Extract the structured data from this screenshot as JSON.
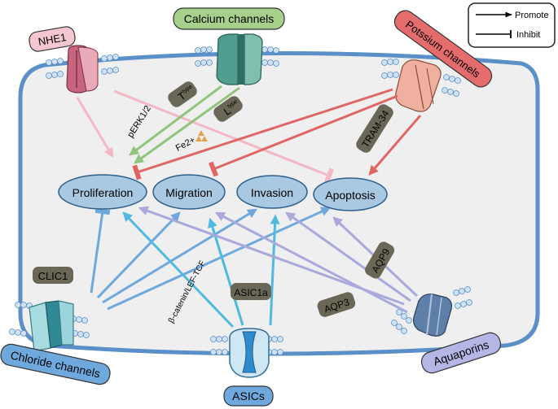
{
  "legend": {
    "promote": "Promote",
    "inhibit": "Inhibit"
  },
  "channels": {
    "nhe1": "NHE1",
    "calcium": "Calcium channels",
    "potassium": "Potssium channels",
    "chloride": "Chloride channels",
    "asics": "ASICs",
    "aquaporins": "Aquaporins"
  },
  "processes": {
    "proliferation": "Proliferation",
    "migration": "Migration",
    "invasion": "Invasion",
    "apoptosis": "Apoptosis"
  },
  "tags": {
    "t_type": "T",
    "t_type_sup": "type",
    "l_type": "L",
    "l_type_sup": "type",
    "tram34": "TRAM-34",
    "clic1": "CLIC1",
    "asic1a": "ASIC1a",
    "aqp3": "AQP3",
    "aqp9": "AQP9"
  },
  "annotations": {
    "perk": "pERK1/2",
    "fe2": "Fe2+",
    "wnt": "β-catenin/LEF-TCF"
  },
  "colors": {
    "membrane": "#5b8fc7",
    "cytoplasm": "#efefef",
    "pink": "#f2b8c6",
    "green": "#93c47d",
    "red": "#e06666",
    "blue": "#6fa8dc",
    "cyan": "#4fb9e0",
    "lavender": "#a9a9dc",
    "ellipse_fill": "#a9c8e2",
    "tag_fill": "#6b6757"
  }
}
